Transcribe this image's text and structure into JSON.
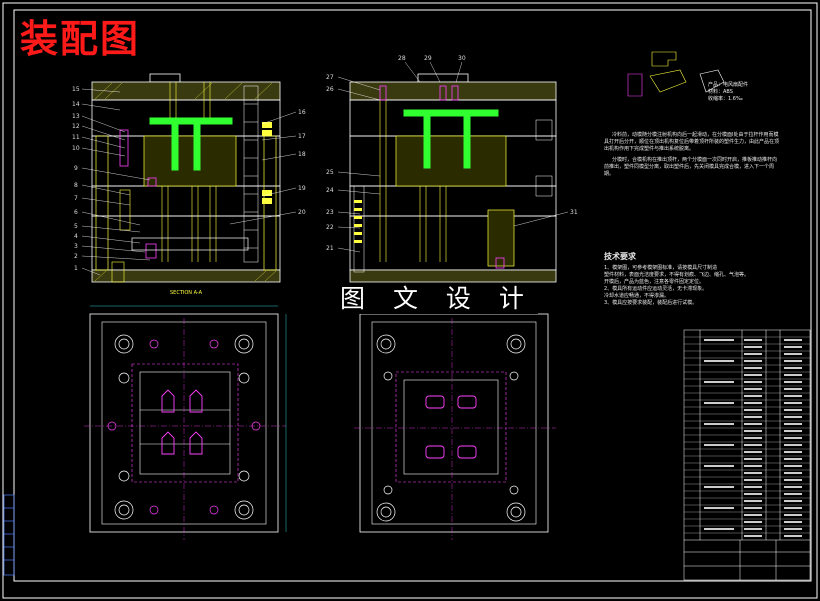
{
  "drawing": {
    "title": "装配图",
    "watermark": "图 文 设 计",
    "section_label": "SECTION A-A",
    "product_info": [
      "产品：电风扇配件",
      "材料：ABS",
      "收缩率：1.6‰"
    ],
    "colors": {
      "frame": "#ffffff",
      "metal": "#ffff40",
      "cavity": "#30ff30",
      "hidden": "#ff40ff",
      "text_red": "#ff1a1a",
      "blue": "#5080ff",
      "cyan": "#40ffff"
    },
    "part_numbers_left": [
      "15",
      "14",
      "13",
      "12",
      "11",
      "10",
      "9",
      "8",
      "7",
      "6",
      "5",
      "4",
      "3",
      "2",
      "1"
    ],
    "part_numbers_right": [
      "16",
      "17",
      "18",
      "19",
      "20"
    ],
    "part_numbers_mid_top": [
      "27",
      "26",
      "28",
      "29",
      "30"
    ],
    "part_numbers_mid_left": [
      "25",
      "24",
      "23",
      "22",
      "21"
    ],
    "part_numbers_mid_right": [
      "31"
    ]
  },
  "notes": {
    "para1": "冷料前，动模随分模注射机构向后一起滑动，在分模面Ⅰ处由于拉杆作用而模具打开后分开，顺位在顶出机构复位后带着顶杆所装的塑件生力，由此产品在顶出机构作用下完成塑件与推出系统脱离。",
    "para2": "分模时，合模机构在推出顶杆，两个分模面一次同时开启，推板推动推杆向前推出，塑件同模型分离，取出塑件后，先关闭模具完成合模，进入下一个周期。"
  },
  "tech": {
    "heading": "技术要求",
    "items": [
      "1、模架图，可参考模架图标准，请按模具尺寸制造",
      "塑件材料，表面光洁度要求，不得有划痕、飞边、缩孔、气泡等。",
      "开模后，产品为蓝色，注意各零件固定定位。",
      "2、模具所有运动件应运动灵活，无卡滞现象。",
      "冷却水道应畅通，不得渗漏。",
      "3、模具应按要求装配，装配后进行试模。"
    ]
  }
}
